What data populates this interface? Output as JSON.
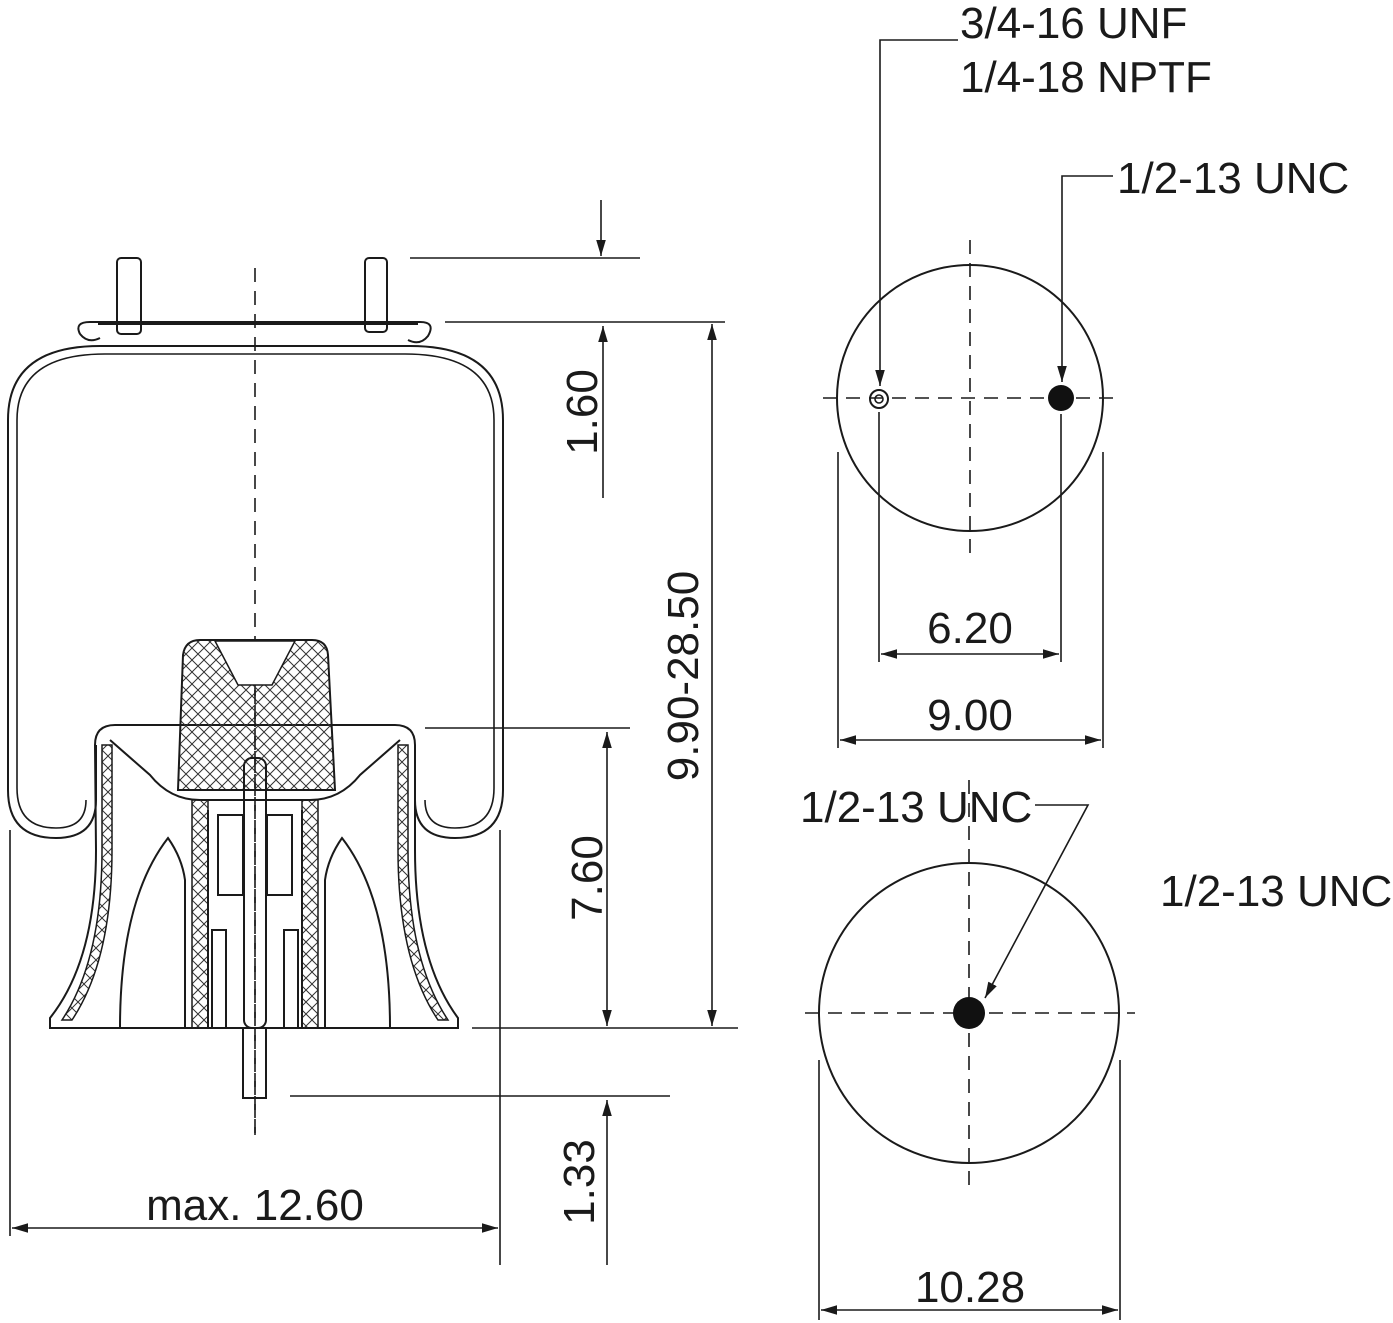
{
  "side_view": {
    "dim_height_top": "1.60",
    "dim_height_range": "9.90-28.50",
    "dim_piston_height": "7.60",
    "dim_stud": "1.33",
    "dim_max_diameter": "max. 12.60"
  },
  "top_view": {
    "port_thread_1": "3/4-16 UNF",
    "port_thread_2": "1/4-18 NPTF",
    "stud_thread": "1/2-13 UNC",
    "dim_stud_spacing": "6.20",
    "dim_plate_diameter": "9.00"
  },
  "bottom_view": {
    "stud_thread": "1/2-13 UNC",
    "side_note": "1/2-13 UNC",
    "dim_piston_diameter": "10.28"
  }
}
